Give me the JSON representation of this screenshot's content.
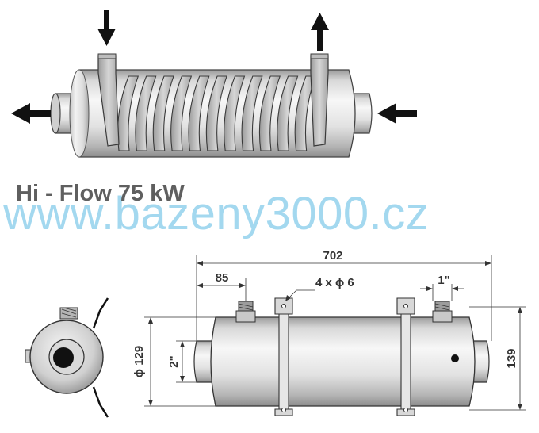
{
  "product": {
    "title": "Hi - Flow 75 kW",
    "watermark": "www.bazeny3000.cz"
  },
  "dimensions": {
    "overall_length": "702",
    "port_offset": "85",
    "bolt_holes": "4 x ϕ 6",
    "coil_port": "1\"",
    "shell_diameter": "ϕ 129",
    "end_port": "2\"",
    "height": "139"
  },
  "colors": {
    "metal_light": "#f4f4f4",
    "metal_mid": "#c9c9c9",
    "metal_dark": "#8a8a8a",
    "outline": "#2b2b2b",
    "title": "#5f5f5f",
    "watermark": "#9ad4ee"
  }
}
